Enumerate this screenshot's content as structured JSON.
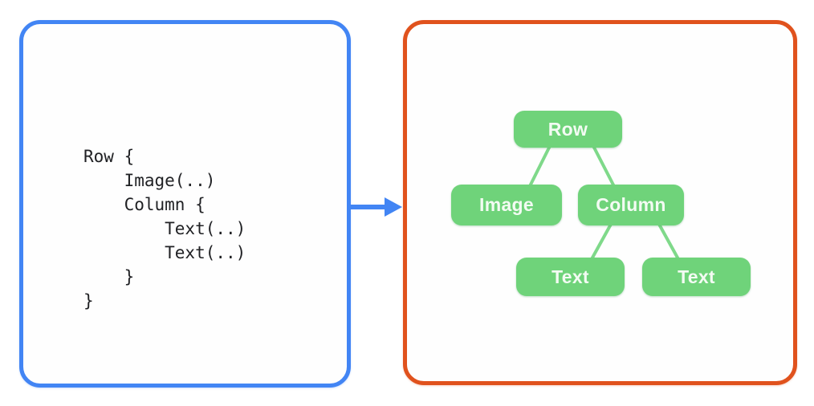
{
  "left_panel": {
    "code_lines": [
      "Row {",
      "    Image(..)",
      "    Column {",
      "        Text(..)",
      "        Text(..)",
      "    }",
      "}"
    ]
  },
  "arrow": {
    "icon": "arrow-right",
    "glyph": "→"
  },
  "right_panel": {
    "tree": {
      "nodes": [
        {
          "id": "row",
          "label": "Row"
        },
        {
          "id": "image",
          "label": "Image"
        },
        {
          "id": "column",
          "label": "Column"
        },
        {
          "id": "text1",
          "label": "Text"
        },
        {
          "id": "text2",
          "label": "Text"
        }
      ],
      "edges": [
        [
          "row",
          "image"
        ],
        [
          "row",
          "column"
        ],
        [
          "column",
          "text1"
        ],
        [
          "column",
          "text2"
        ]
      ]
    }
  },
  "colors": {
    "left_panel_border": "#4285F4",
    "arrow": "#4285F4",
    "right_panel_border": "#E0521D",
    "node_fill": "#6FD37A",
    "connector_line": "#7FD98A",
    "node_text": "#F3FBF3",
    "code_text": "#202124"
  }
}
